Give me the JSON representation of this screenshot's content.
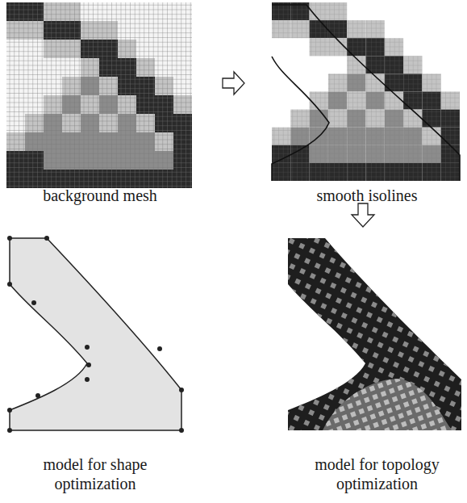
{
  "diagram": {
    "labels": [
      "background mesh",
      "smooth isolines",
      "model for shape optimization",
      "model for topology optimization"
    ]
  }
}
